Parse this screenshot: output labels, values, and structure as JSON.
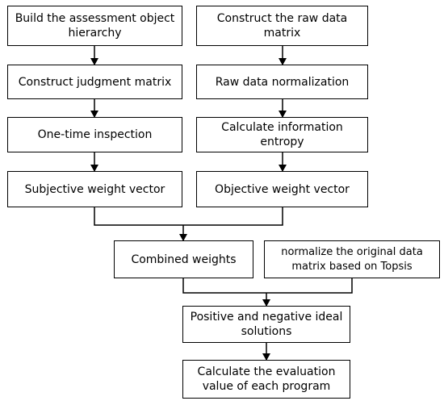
{
  "flowchart": {
    "left_column": {
      "build_hierarchy": "Build the assessment object hierarchy",
      "judgment_matrix": "Construct judgment matrix",
      "one_time_inspection": "One-time inspection",
      "subjective_weight": "Subjective weight vector"
    },
    "right_column": {
      "raw_data_matrix": "Construct the raw data matrix",
      "raw_data_normalization": "Raw data normalization",
      "information_entropy": "Calculate information entropy",
      "objective_weight": "Objective weight vector"
    },
    "lower": {
      "combined_weights": "Combined weights",
      "topsis_normalize": "normalize the original data matrix based on Topsis",
      "ideal_solutions": "Positive and negative ideal solutions",
      "evaluation_value": "Calculate the evaluation value of each program"
    }
  }
}
